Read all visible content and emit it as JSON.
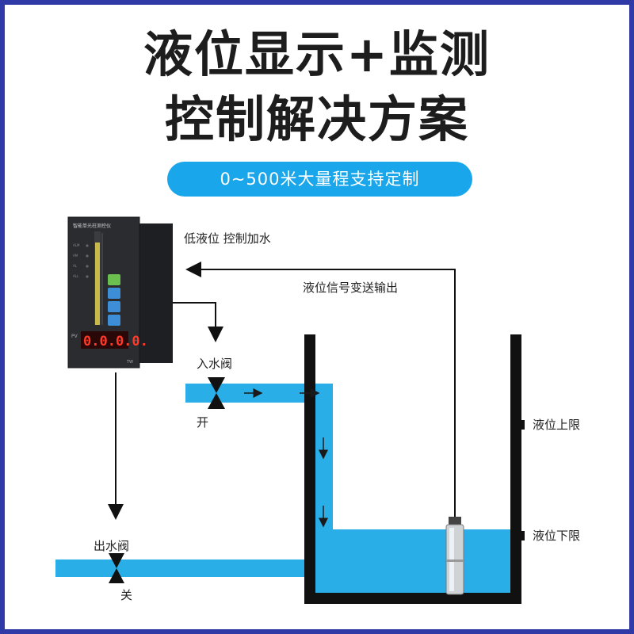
{
  "header": {
    "title_line1": "液位显示+监测",
    "title_line2": "控制解决方案",
    "badge": "0~500米大量程支持定制"
  },
  "labels": {
    "low_level_control": "低液位 控制加水",
    "signal_output": "液位信号变送输出",
    "inlet_valve": "入水阀",
    "inlet_state": "开",
    "outlet_valve": "出水阀",
    "outlet_state": "关",
    "upper_limit": "液位上限",
    "lower_limit": "液位下限"
  },
  "device": {
    "title": "智能单光柱测控仪",
    "indicators": [
      "ALM",
      "AM",
      "AL",
      "ALL"
    ],
    "display_label": "PV",
    "display_value": "0.0.0.0.",
    "model_mark": "TW"
  },
  "colors": {
    "water": "#29aee8",
    "line": "#111111",
    "accent": "#1aa6ea"
  }
}
